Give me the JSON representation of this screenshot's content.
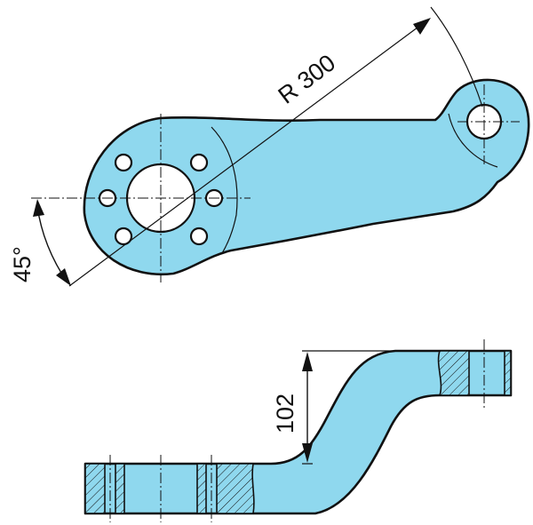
{
  "dimensions": {
    "radius_label": "R 300",
    "angle_label": "45°",
    "height_label": "102"
  },
  "colors": {
    "part_fill": "#8fd8ee",
    "outline": "#111111",
    "background": "#ffffff"
  }
}
